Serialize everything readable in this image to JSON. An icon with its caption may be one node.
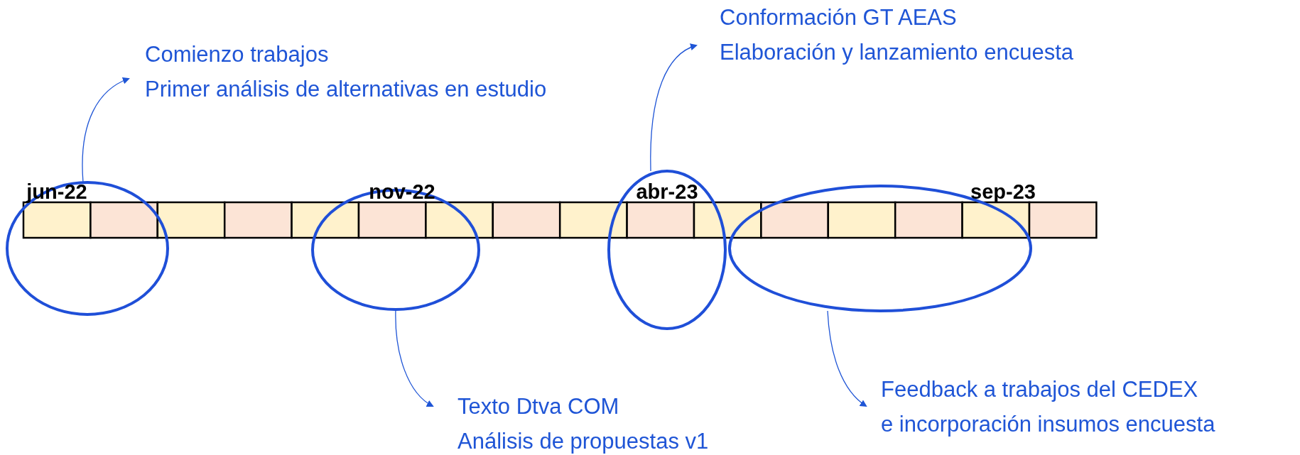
{
  "diagram": {
    "nodes": [
      {
        "text": [],
        "shape": "ellipse"
      },
      {
        "text": [
          "Comienzo trabajos",
          "Primer análisis de alternativas en estudio"
        ]
      },
      {
        "text": [],
        "shape": "ellipse"
      },
      {
        "text": [
          "Texto Dtva COM",
          "Análisis de propuestas v1"
        ]
      },
      {
        "text": [],
        "shape": "ellipse"
      },
      {
        "text": [
          "Conformación GT AEAS",
          "Elaboración y lanzamiento encuesta"
        ]
      },
      {
        "text": [],
        "shape": "ellipse"
      },
      {
        "text": [
          "Feedback a trabajos del CEDEX",
          "e incorporación insumos encuesta"
        ]
      }
    ],
    "edges": [
      {
        "from": 0,
        "to": 1,
        "arrow": "to"
      },
      {
        "from": 2,
        "to": 3,
        "arrow": "to"
      },
      {
        "from": 4,
        "to": 5,
        "arrow": "to"
      },
      {
        "from": 6,
        "to": 7,
        "arrow": "to"
      }
    ],
    "labels": [
      "jun-22",
      "nov-22",
      "abr-23",
      "sep-23"
    ]
  }
}
